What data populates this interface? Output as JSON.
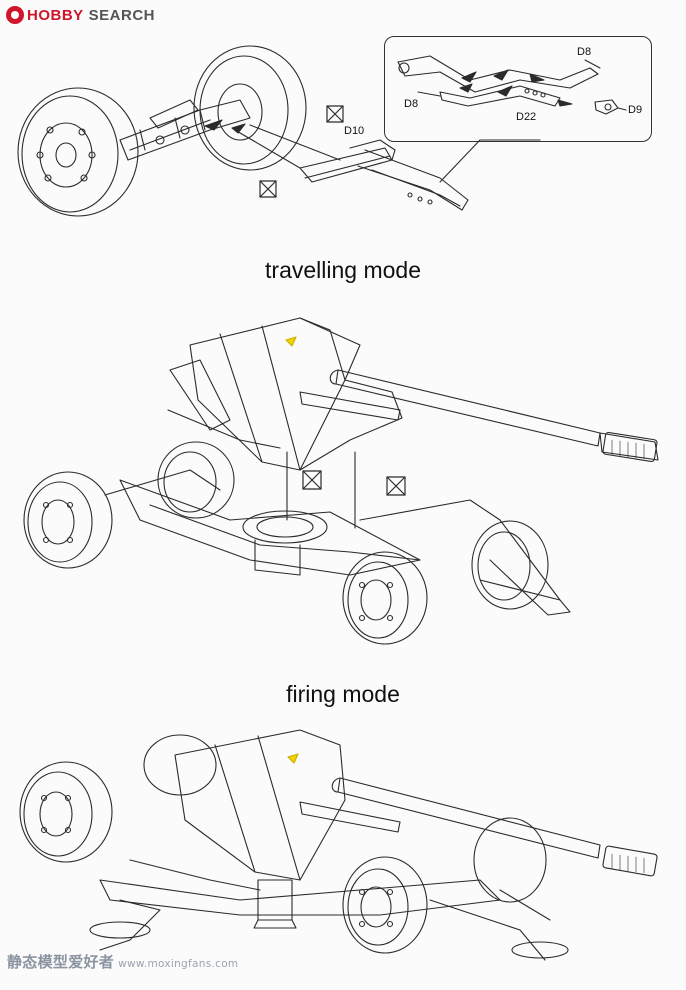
{
  "watermark_top": {
    "brand_red": "HOBBY",
    "brand_gray": "SEARCH",
    "color": "#d0162a"
  },
  "labels": {
    "travelling": "travelling mode",
    "firing": "firing mode"
  },
  "parts": {
    "d8_top": "D8",
    "d8_left": "D8",
    "d9": "D9",
    "d22": "D22",
    "d10": "D10"
  },
  "icons": {
    "no_glue": "no-glue-icon"
  },
  "watermark_bottom": {
    "cn": "静态模型爱好者",
    "url": "www.moxingfans.com"
  },
  "colors": {
    "line": "#2b2b2b",
    "accent": "#f2d300"
  }
}
